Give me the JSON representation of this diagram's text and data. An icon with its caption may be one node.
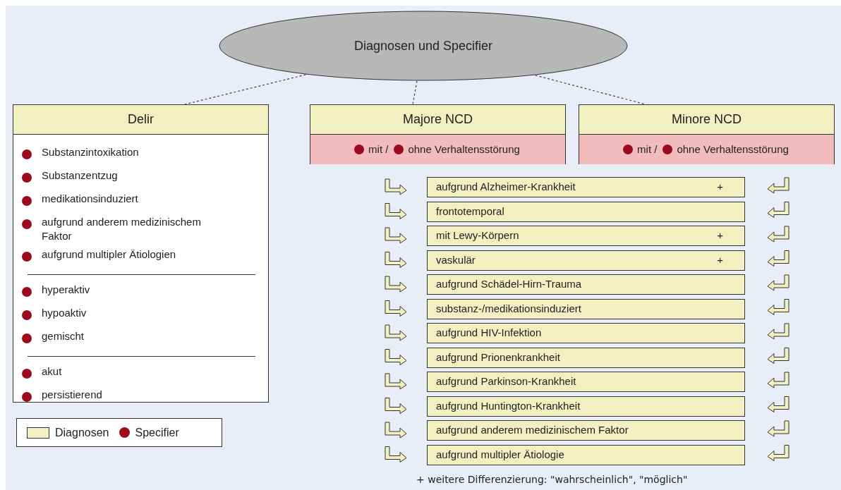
{
  "diagram": {
    "nodes": [
      {
        "text": [
          "Diagnosen und Specifier"
        ]
      },
      {
        "text": [
          "Delir",
          "Substanzintoxikation",
          "Substanzentzug",
          "medikationsinduziert",
          "aufgrund anderem medizinischem Faktor",
          "aufgrund multipler Ätiologien",
          "hyperaktiv",
          "hypoaktiv",
          "gemischt",
          "akut",
          "persistierend"
        ]
      },
      {
        "text": [
          "Majore NCD"
        ]
      },
      {
        "text": [
          "mit /",
          "ohne Verhaltensstörung"
        ],
        "in": 2
      },
      {
        "text": [
          "Minore NCD"
        ]
      },
      {
        "text": [
          "mit /",
          "ohne Verhaltensstörung"
        ],
        "in": 4
      },
      {
        "text": [
          "aufgrund Alzheimer-Krankheit",
          "+"
        ]
      },
      {
        "text": [
          "frontotemporal"
        ]
      },
      {
        "text": [
          "mit Lewy-Körpern",
          "+"
        ]
      },
      {
        "text": [
          "vaskulär",
          "+"
        ]
      },
      {
        "text": [
          "aufgrund Schädel-Hirn-Trauma"
        ]
      },
      {
        "text": [
          "substanz-/medikationsinduziert"
        ]
      },
      {
        "text": [
          "aufgrund HIV-Infektion"
        ]
      },
      {
        "text": [
          "aufgrund Prionenkrankheit"
        ]
      },
      {
        "text": [
          "aufgrund Parkinson-Krankheit"
        ]
      },
      {
        "text": [
          "aufgrund Huntington-Krankheit"
        ]
      },
      {
        "text": [
          "aufgrund anderem medizinischem Faktor"
        ]
      },
      {
        "text": [
          "aufgrund multipler Ätiologie"
        ]
      }
    ],
    "edges": [
      {
        "from": 0,
        "to": 1,
        "arrow": "none",
        "style": "dashed"
      },
      {
        "from": 0,
        "to": 2,
        "arrow": "none",
        "style": "dashed"
      },
      {
        "from": 0,
        "to": 4,
        "arrow": "none",
        "style": "dashed"
      },
      {
        "from": null,
        "to": 6,
        "arrow": "to"
      },
      {
        "from": null,
        "to": 7,
        "arrow": "to"
      },
      {
        "from": null,
        "to": 8,
        "arrow": "to"
      },
      {
        "from": null,
        "to": 9,
        "arrow": "to"
      },
      {
        "from": null,
        "to": 10,
        "arrow": "to"
      },
      {
        "from": null,
        "to": 11,
        "arrow": "to"
      },
      {
        "from": null,
        "to": 12,
        "arrow": "to"
      },
      {
        "from": null,
        "to": 13,
        "arrow": "to"
      },
      {
        "from": null,
        "to": 14,
        "arrow": "to"
      },
      {
        "from": null,
        "to": 15,
        "arrow": "to"
      },
      {
        "from": null,
        "to": 16,
        "arrow": "to"
      },
      {
        "from": null,
        "to": 17,
        "arrow": "to"
      },
      {
        "from": null,
        "to": 6,
        "arrow": "to"
      },
      {
        "from": null,
        "to": 7,
        "arrow": "to"
      },
      {
        "from": null,
        "to": 8,
        "arrow": "to"
      },
      {
        "from": null,
        "to": 9,
        "arrow": "to"
      },
      {
        "from": null,
        "to": 10,
        "arrow": "to"
      },
      {
        "from": null,
        "to": 11,
        "arrow": "to"
      },
      {
        "from": null,
        "to": 12,
        "arrow": "to"
      },
      {
        "from": null,
        "to": 13,
        "arrow": "to"
      },
      {
        "from": null,
        "to": 14,
        "arrow": "to"
      },
      {
        "from": null,
        "to": 15,
        "arrow": "to"
      },
      {
        "from": null,
        "to": 16,
        "arrow": "to"
      },
      {
        "from": null,
        "to": 17,
        "arrow": "to"
      }
    ],
    "labels": [
      "+ weitere Differenzierung: \"wahrscheinlich\", \"möglich\""
    ],
    "legend": [
      {
        "text": "Diagnosen",
        "color": "#f2f0c0"
      },
      {
        "text": "Specifier",
        "color": "#9b0a1f"
      }
    ]
  }
}
